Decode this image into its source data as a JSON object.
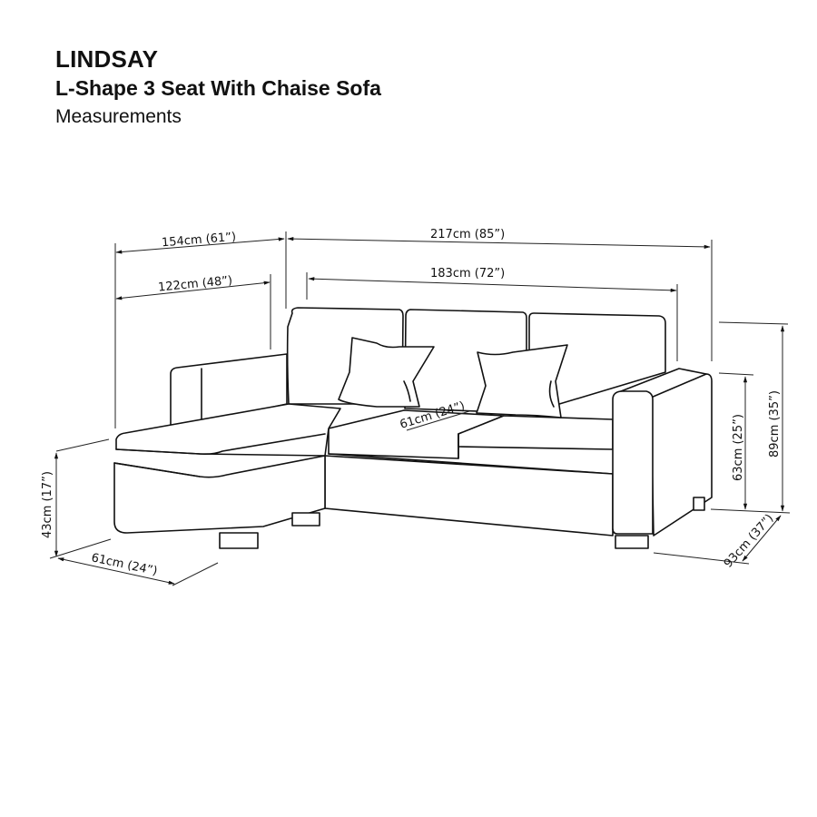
{
  "header": {
    "title": "LINDSAY",
    "subtitle": "L-Shape 3 Seat With Chaise Sofa",
    "caption": "Measurements"
  },
  "dimensions": {
    "total_width_chaise": "154cm (61”)",
    "chaise_inner_width": "122cm (48”)",
    "total_width_sofa": "217cm (85”)",
    "seat_width": "183cm (72”)",
    "total_height": "89cm (35”)",
    "arm_height": "63cm (25”)",
    "depth": "93cm (37”)",
    "seat_depth": "61cm (24”)",
    "chaise_seat_height": "43cm (17”)",
    "chaise_width": "61cm (24”)"
  },
  "colors": {
    "line": "#111111",
    "background": "#ffffff"
  }
}
